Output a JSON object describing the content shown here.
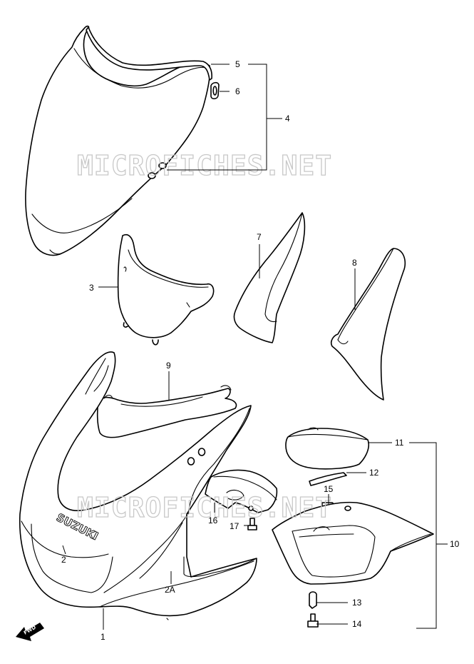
{
  "watermark": "MICROFICHES.NET",
  "brand_marking": "SUZUKI",
  "direction_arrow": "FWD",
  "callouts": {
    "p1": "1",
    "p2": "2",
    "p2a": "2A",
    "p3": "3",
    "p4": "4",
    "p5": "5",
    "p6": "6",
    "p7": "7",
    "p8": "8",
    "p9": "9",
    "p10": "10",
    "p11": "11",
    "p12": "12",
    "p13": "13",
    "p14": "14",
    "p15": "15",
    "p16": "16",
    "p17": "17"
  }
}
